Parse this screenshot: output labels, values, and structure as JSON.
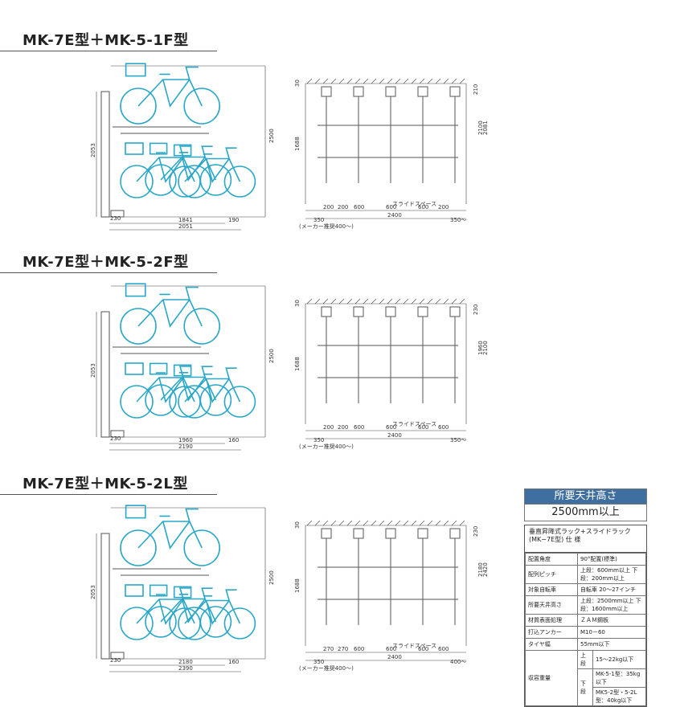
{
  "sections": [
    {
      "title": "MK-7E型＋MK-5-1F型",
      "side": {
        "h_total": "2500",
        "h_rack": "2053",
        "w_a": "230",
        "w_b": "1841",
        "w_c": "2051",
        "w_d": "190"
      },
      "front": {
        "top": "30",
        "h1": "1688",
        "h_r1": "210",
        "h_r2": "2100",
        "h_r3": "2081",
        "segs": [
          "200",
          "200",
          "600",
          "600",
          "600",
          "200"
        ],
        "slide": "スライドスペース",
        "w_left": "350",
        "w_mid": "2400",
        "w_right": "350〜",
        "note": "(メーカー推奨400〜)"
      }
    },
    {
      "title": "MK-7E型＋MK-5-2F型",
      "side": {
        "h_total": "2500",
        "h_rack": "2053",
        "w_a": "230",
        "w_b": "1960",
        "w_c": "2190",
        "w_d": "160"
      },
      "front": {
        "top": "30",
        "h1": "1688",
        "h_r1": "230",
        "h_r2": "1960",
        "h_r3": "2100",
        "segs": [
          "200",
          "200",
          "600",
          "600",
          "600",
          "600"
        ],
        "slide": "スライドスペース",
        "w_left": "350",
        "w_mid": "2400",
        "w_right": "350〜",
        "note": "(メーカー推奨400〜)"
      }
    },
    {
      "title": "MK-7E型＋MK-5-2L型",
      "side": {
        "h_total": "2500",
        "h_rack": "2053",
        "w_a": "230",
        "w_b": "2180",
        "w_c": "2390",
        "w_d": "160"
      },
      "front": {
        "top": "30",
        "h1": "1688",
        "h_r1": "230",
        "h_r2": "2180",
        "h_r3": "2420",
        "segs": [
          "270",
          "270",
          "600",
          "600",
          "600",
          "600"
        ],
        "slide": "スライドスペース",
        "w_left": "350",
        "w_mid": "2400",
        "w_right": "400〜",
        "note": "(メーカー推奨400〜)"
      }
    }
  ],
  "ceiling": {
    "label": "所要天井高さ",
    "value": "2500mm以上"
  },
  "spec": {
    "heading1": "垂直昇降式ラック+スライドラック",
    "heading2": "(MK−7E型) 仕 様",
    "rows": [
      {
        "k": "配置角度",
        "v": "90°配置(標準)"
      },
      {
        "k": "配列ピッチ",
        "v": "上段：600mm以上 下段：200mm以上"
      },
      {
        "k": "対象自転車",
        "v": "自転車 20〜27インチ"
      },
      {
        "k": "所要天井高さ",
        "v": "上段：2500mm以上 下段：1600mm以上"
      },
      {
        "k": "材質表面処理",
        "v": "ＺＡＭ鋼板"
      },
      {
        "k": "打込アンカー",
        "v": "M10－60"
      },
      {
        "k": "タイヤ幅",
        "v": "55mm以下"
      }
    ],
    "load_label": "収容重量",
    "upper_label": "上段",
    "upper_value": "15〜22kg以下",
    "lower_label": "下段",
    "lower_value": "MK-5-1型：35kg以下",
    "lower_value2": "MK5-2型・5-2L型：40kg以下"
  },
  "colors": {
    "bike": "#29a7c8",
    "line": "#444444",
    "ceil_head": "#3f6fa0"
  }
}
